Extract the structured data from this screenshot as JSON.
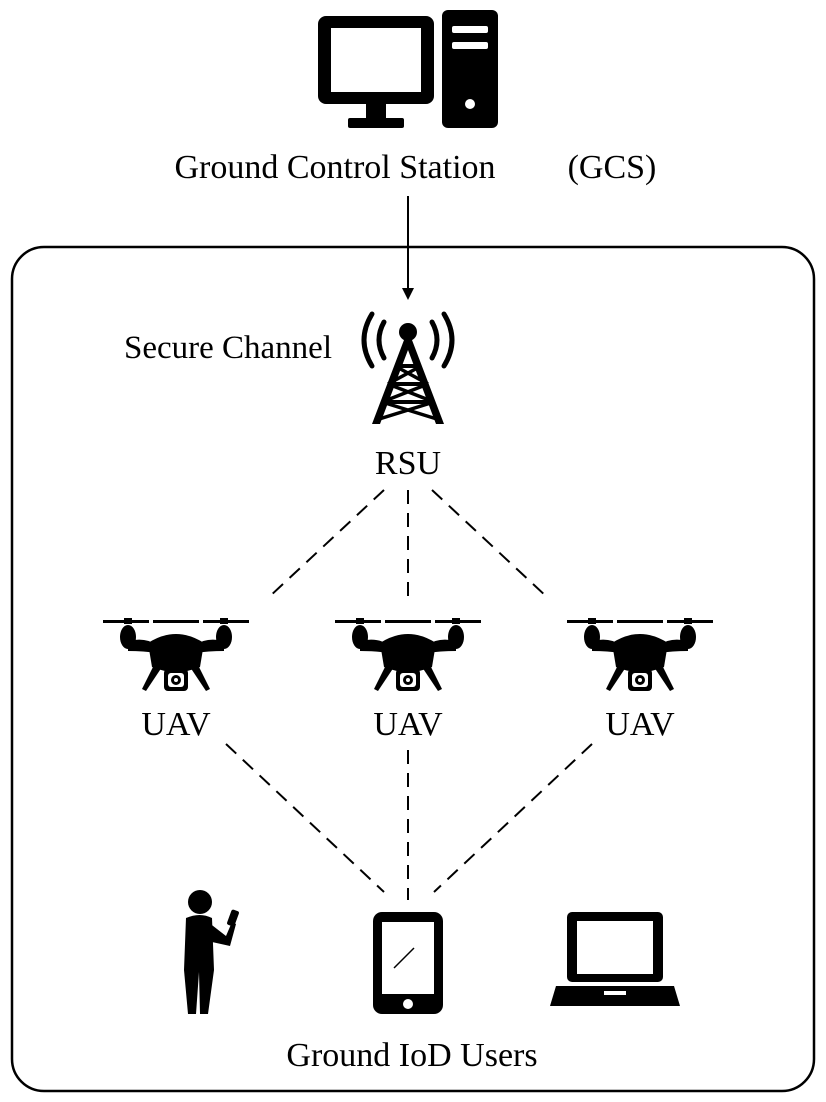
{
  "gcs": {
    "label": "Ground Control Station",
    "abbr": "(GCS)",
    "icon": "desktop-computer-icon"
  },
  "rsu": {
    "label": "RSU",
    "channel_label": "Secure Channel",
    "icon": "radio-tower-icon"
  },
  "uavs": [
    {
      "label": "UAV",
      "icon": "drone-icon"
    },
    {
      "label": "UAV",
      "icon": "drone-icon"
    },
    {
      "label": "UAV",
      "icon": "drone-icon"
    }
  ],
  "users": {
    "label": "Ground IoD Users",
    "devices": [
      "person-with-phone-icon",
      "tablet-icon",
      "laptop-icon"
    ]
  },
  "colors": {
    "ink": "#000000",
    "background": "#ffffff"
  }
}
